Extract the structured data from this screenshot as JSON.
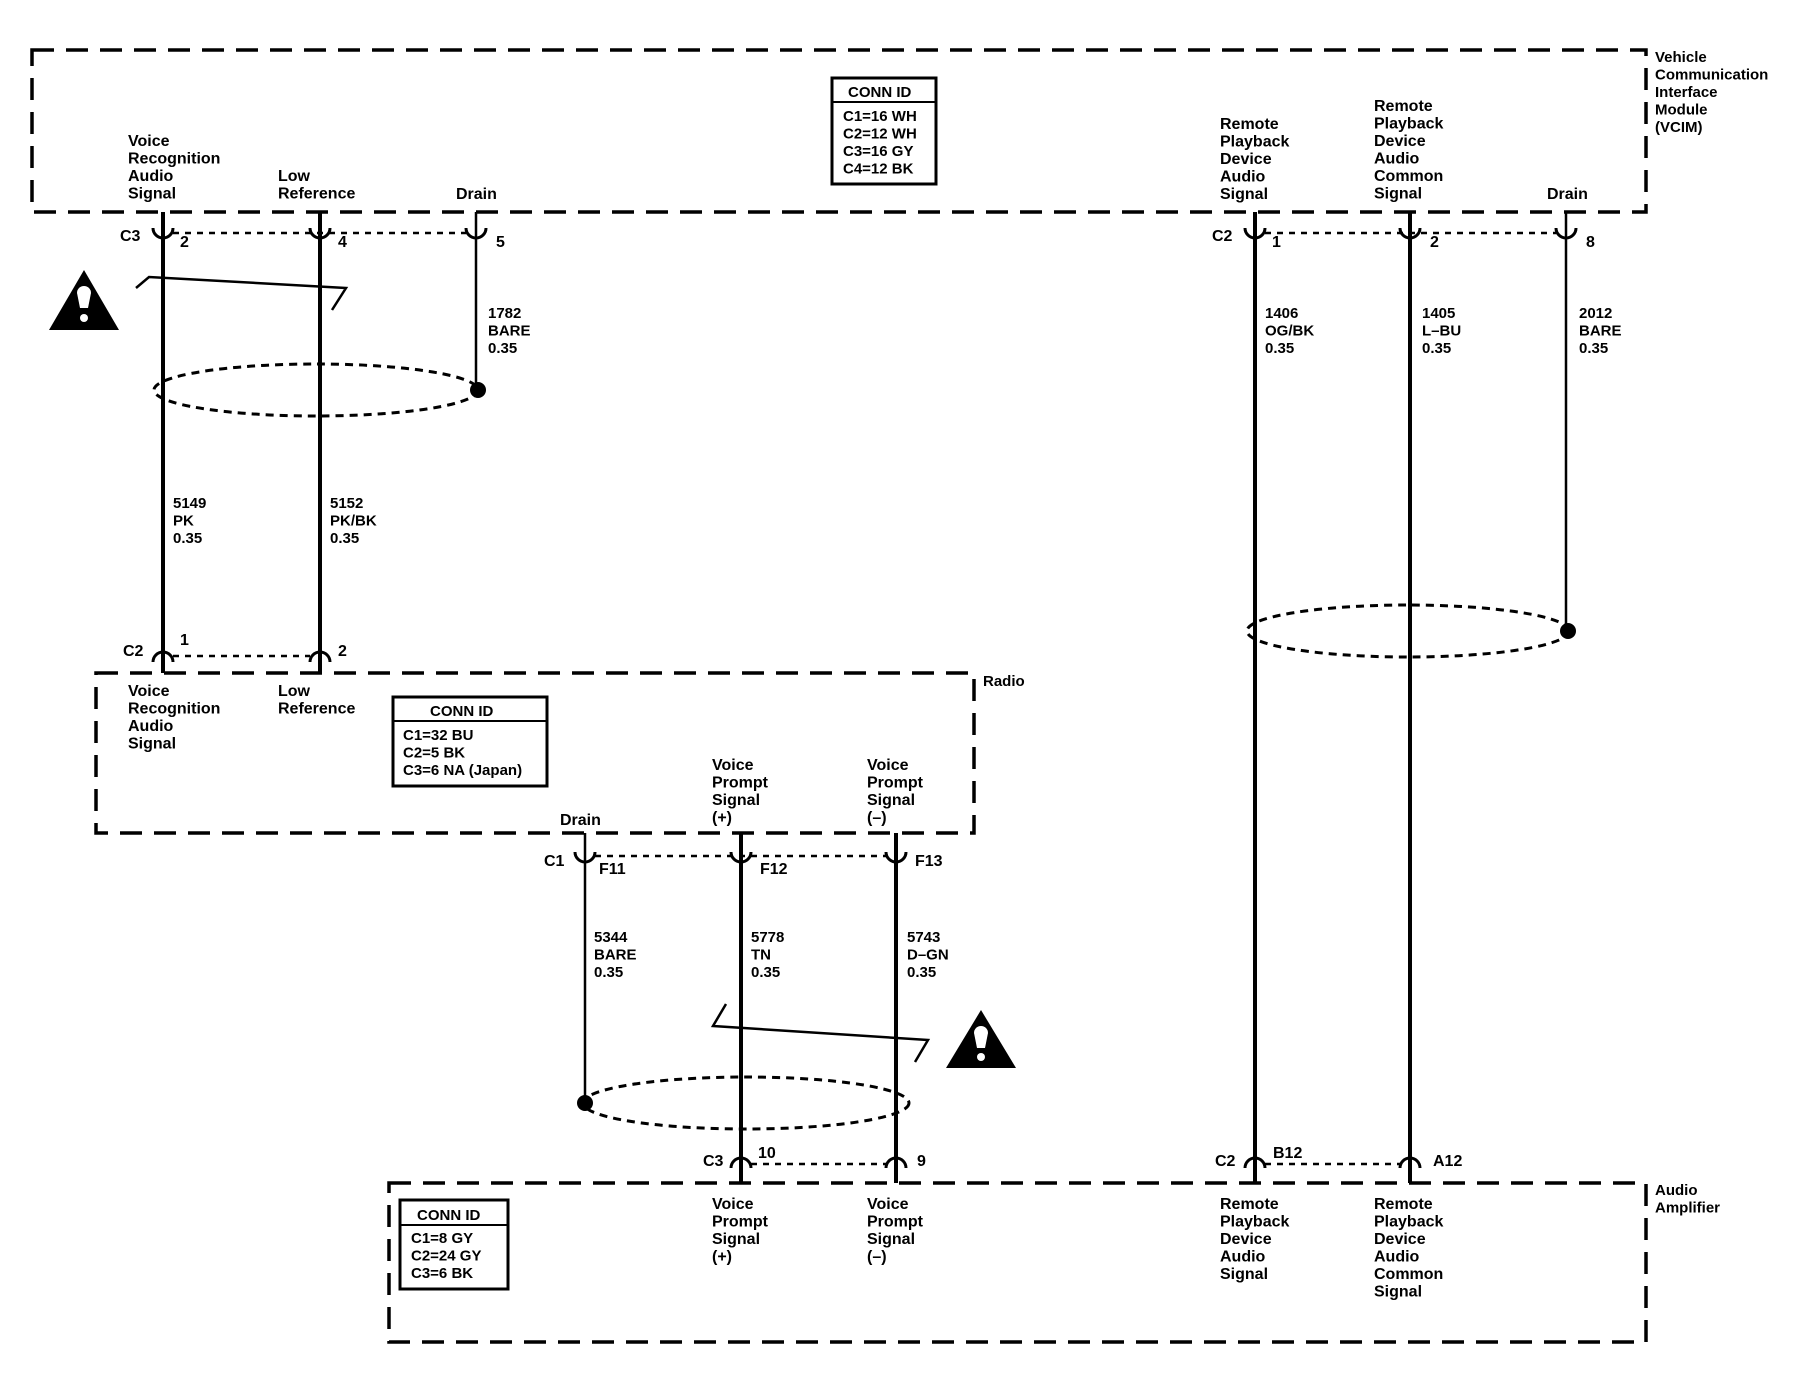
{
  "modules": {
    "vcim": {
      "name": [
        "Vehicle",
        "Communication",
        "Interface",
        "Module",
        "(VCIM)"
      ],
      "conn_id": {
        "title": "CONN ID",
        "lines": [
          "C1=16 WH",
          "C2=12 WH",
          "C3=16 GY",
          "C4=12 BK"
        ]
      },
      "pins": {
        "voice_rec": [
          "Voice",
          "Recognition",
          "Audio",
          "Signal"
        ],
        "low_ref": [
          "Low",
          "Reference"
        ],
        "drain_left": [
          "Drain"
        ],
        "remote_audio": [
          "Remote",
          "Playback",
          "Device",
          "Audio",
          "Signal"
        ],
        "remote_common": [
          "Remote",
          "Playback",
          "Device",
          "Audio",
          "Common",
          "Signal"
        ],
        "drain_right": [
          "Drain"
        ]
      },
      "connectors": {
        "c3": "C3",
        "c3_p2": "2",
        "c3_p4": "4",
        "c3_p5": "5",
        "c2": "C2",
        "c2_p1": "1",
        "c2_p2": "2",
        "c2_p8": "8"
      }
    },
    "radio": {
      "name": [
        "Radio"
      ],
      "conn_id": {
        "title": "CONN ID",
        "lines": [
          "C1=32 BU",
          "C2=5 BK",
          "C3=6 NA (Japan)"
        ]
      },
      "pins": {
        "voice_rec": [
          "Voice",
          "Recognition",
          "Audio",
          "Signal"
        ],
        "low_ref": [
          "Low",
          "Reference"
        ],
        "drain": [
          "Drain"
        ],
        "prompt_pos": [
          "Voice",
          "Prompt",
          "Signal",
          "(+)"
        ],
        "prompt_neg": [
          "Voice",
          "Prompt",
          "Signal",
          "(–)"
        ]
      },
      "connectors": {
        "c2": "C2",
        "c2_p1": "1",
        "c2_p2": "2",
        "c1": "C1",
        "c1_f11": "F11",
        "c1_f12": "F12",
        "c1_f13": "F13"
      }
    },
    "amp": {
      "name": [
        "Audio",
        "Amplifier"
      ],
      "conn_id": {
        "title": "CONN ID",
        "lines": [
          "C1=8 GY",
          "C2=24 GY",
          "C3=6 BK"
        ]
      },
      "pins": {
        "prompt_pos": [
          "Voice",
          "Prompt",
          "Signal",
          "(+)"
        ],
        "prompt_neg": [
          "Voice",
          "Prompt",
          "Signal",
          "(–)"
        ],
        "remote_audio": [
          "Remote",
          "Playback",
          "Device",
          "Audio",
          "Signal"
        ],
        "remote_common": [
          "Remote",
          "Playback",
          "Device",
          "Audio",
          "Common",
          "Signal"
        ]
      },
      "connectors": {
        "c3": "C3",
        "c3_p10": "10",
        "c3_p9": "9",
        "c2": "C2",
        "c2_b12": "B12",
        "c2_a12": "A12"
      }
    }
  },
  "wires": {
    "w1782": [
      "1782",
      "BARE",
      "0.35"
    ],
    "w5149": [
      "5149",
      "PK",
      "0.35"
    ],
    "w5152": [
      "5152",
      "PK/BK",
      "0.35"
    ],
    "w1406": [
      "1406",
      "OG/BK",
      "0.35"
    ],
    "w1405": [
      "1405",
      "L–BU",
      "0.35"
    ],
    "w2012": [
      "2012",
      "BARE",
      "0.35"
    ],
    "w5344": [
      "5344",
      "BARE",
      "0.35"
    ],
    "w5778": [
      "5778",
      "TN",
      "0.35"
    ],
    "w5743": [
      "5743",
      "D–GN",
      "0.35"
    ]
  },
  "icons": {
    "warning_top_left": "warning-triangle-icon",
    "warning_bottom": "warning-triangle-icon"
  }
}
